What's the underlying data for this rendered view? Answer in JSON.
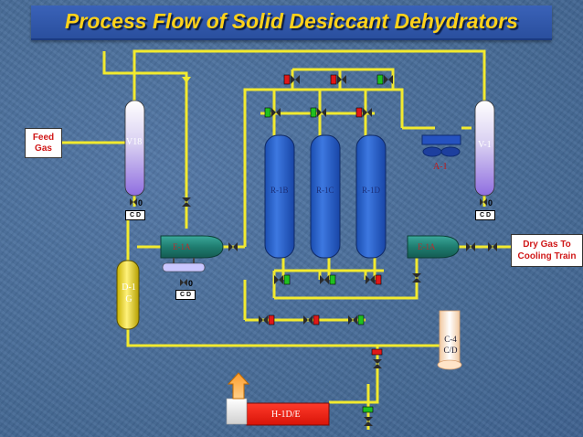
{
  "title": "Process Flow of Solid Desiccant Dehydrators",
  "inlet_label": "Feed Gas",
  "outlet_label": "Dry Gas To Cooling Train",
  "equipment": {
    "inlet_separator": "V18",
    "outlet_separator": "V-1",
    "beds": [
      "R-1B",
      "R-1C",
      "R-1D"
    ],
    "air_cooler": "A-1",
    "exchanger_left": "E-1A",
    "exchanger_right": "E-1A",
    "drum": "D-1 G",
    "heater": "H-1D/E",
    "column": "C-4 C/D"
  },
  "cd_tag": "C D",
  "colors": {
    "pipe": "#f2ea2e",
    "vessel": "#2960c8",
    "valve_red": "#e01818",
    "valve_green": "#1fc01f",
    "title_text": "#ffd21a"
  }
}
